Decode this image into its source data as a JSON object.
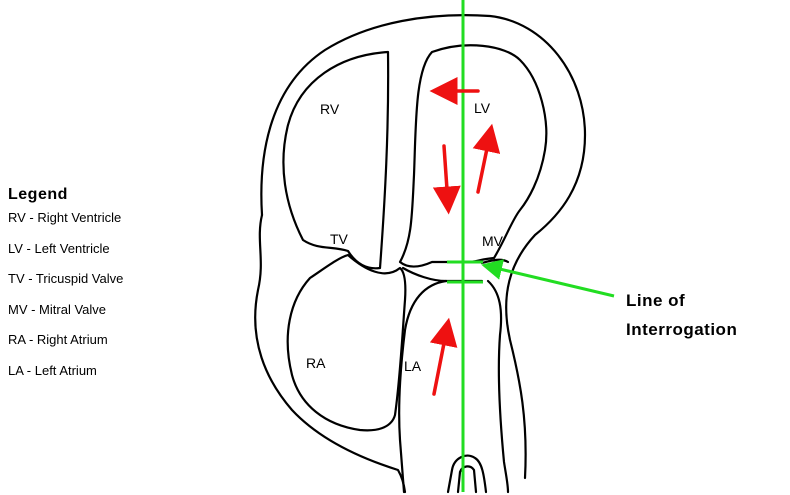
{
  "legend": {
    "title": "Legend",
    "items": [
      "RV -  Right Ventricle",
      "LV - Left Ventricle",
      "TV - Tricuspid Valve",
      "MV - Mitral Valve",
      "RA - Right Atrium",
      "LA - Left Atrium"
    ]
  },
  "labels": {
    "rv": "RV",
    "lv": "LV",
    "tv": "TV",
    "mv": "MV",
    "ra": "RA",
    "la": "LA"
  },
  "callout": {
    "line1": "Line of",
    "line2": "Interrogation"
  },
  "colors": {
    "interrogation_line": "#22dd22",
    "flow_arrow": "#ee1111",
    "outline": "#000000"
  }
}
